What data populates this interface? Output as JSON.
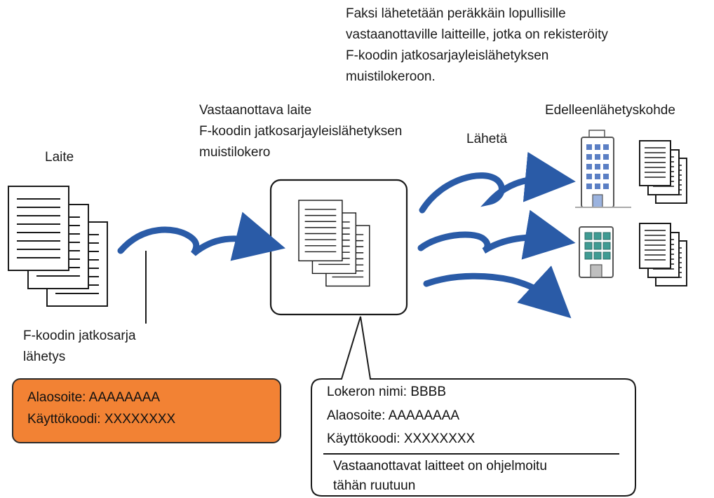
{
  "top_note": [
    "Faksi lähetetään peräkkäin lopullisille",
    "vastaanottaville laitteille, jotka on rekisteröity",
    "F-koodin jatkosarjayleislähetyksen",
    "muistilokeroon."
  ],
  "device_label": "Laite",
  "receiver_label": [
    "Vastaanottava laite",
    "F-koodin jatkosarjayleislähetyksen",
    "muistilokero"
  ],
  "send_label": "Lähetä",
  "destination_label": "Edelleenlähetyskohde",
  "relay_label": [
    "F-koodin jatkosarja",
    "lähetys"
  ],
  "sender_info": {
    "subaddress": "Alaosoite: AAAAAAAA",
    "passcode": "Käyttökoodi: XXXXXXXX"
  },
  "box_info": {
    "box_name": "Lokeron nimi: BBBB",
    "subaddress": "Alaosoite: AAAAAAAA",
    "passcode": "Käyttökoodi: XXXXXXXX",
    "note": [
      "Vastaanottavat laitteet on ohjelmoitu",
      "tähän ruutuun"
    ]
  },
  "colors": {
    "arrow": "#2a5ba7",
    "sender_box": "#f28234",
    "building_window": "#5b7fc4",
    "building_window_green": "#3f9b93"
  }
}
